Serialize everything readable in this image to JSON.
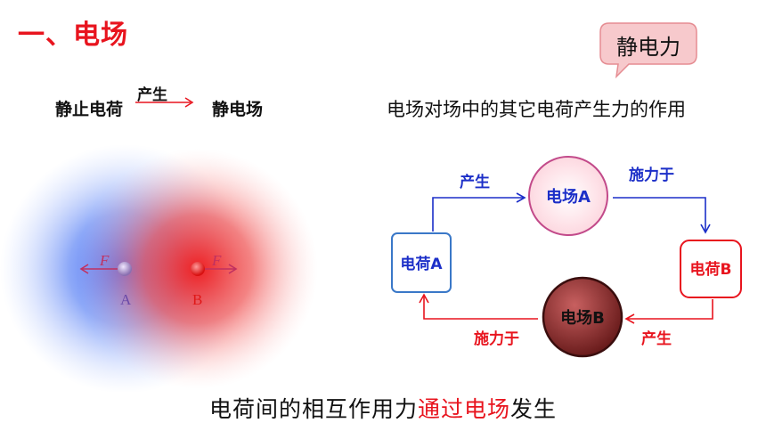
{
  "title": "一、电场",
  "bubble": {
    "text": "静电力"
  },
  "relation": {
    "left": "静止电荷",
    "middle": "产生",
    "right": "静电场"
  },
  "description": "电场对场中的其它电荷产生力的作用",
  "field_figure": {
    "charge_a_label": "A",
    "charge_b_label": "B",
    "force_a_label": "F",
    "force_b_label": "F",
    "colors": {
      "blue_field": "#3a6cf0",
      "red_field": "#f03232",
      "force_arrow": "#c03060"
    }
  },
  "cycle": {
    "field_a": "电场A",
    "charge_a": "电荷A",
    "charge_b": "电荷B",
    "field_b": "电场B",
    "edge_top_left": "产生",
    "edge_top_right": "施力于",
    "edge_bottom_right": "产生",
    "edge_bottom_left": "施力于",
    "colors": {
      "blue": "#1c2fc8",
      "red": "#e8141e",
      "field_b_fill": "#8a2a2a"
    }
  },
  "conclusion": {
    "before": "电荷间的相互作用力",
    "highlight": "通过电场",
    "after": "发生"
  }
}
